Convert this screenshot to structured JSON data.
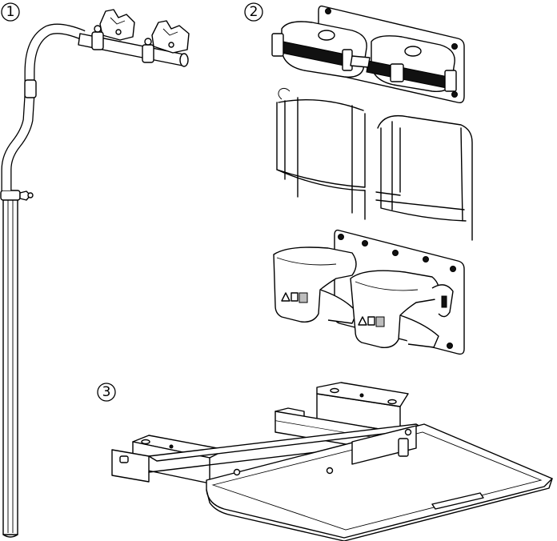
{
  "callouts": [
    {
      "id": "1",
      "label": "①"
    },
    {
      "id": "2",
      "label": "②"
    },
    {
      "id": "3",
      "label": "③"
    }
  ],
  "icons": {
    "warning": "warning-triangle-icon",
    "info": "info-book-icon",
    "hazard": "hazard-symbol-icon"
  }
}
